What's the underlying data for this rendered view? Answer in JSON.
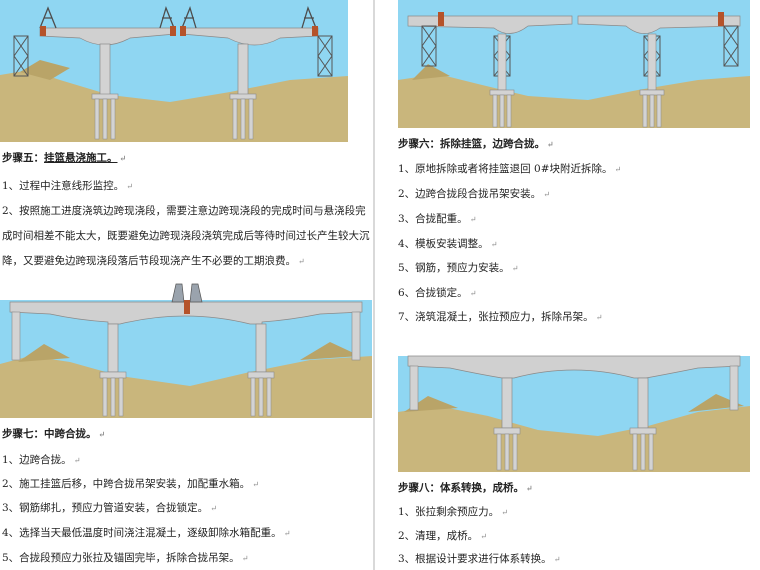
{
  "colors": {
    "sky": "#8fd6f2",
    "deck": "#d0d0d0",
    "ground": "#c9b67c",
    "pile": "#d3d3d3",
    "segment_marker": "#b5532a",
    "tower": "#7a6e4f"
  },
  "step5": {
    "title_prefix": "步骤五：",
    "title_main": "挂篮悬浇施工。",
    "items": [
      "1、过程中注意线形监控。",
      "2、按照施工进度浇筑边跨现浇段，需要注意边跨现浇段的完成时间与悬浇段完成时间相差不能太大，既要避免边跨现浇段浇筑完成后等待时间过长产生较大沉降，又要避免边跨现浇段落后节段现浇产生不必要的工期浪费。"
    ]
  },
  "step6": {
    "title": "步骤六：拆除挂篮，边跨合拢。",
    "items": [
      "1、原地拆除或者将挂篮退回 0#块附近拆除。",
      "2、边跨合拢段合拢吊架安装。",
      "3、合拢配重。",
      "4、模板安装调整。",
      "5、钢筋，预应力安装。",
      "6、合拢锁定。",
      "7、浇筑混凝土，张拉预应力，拆除吊架。"
    ]
  },
  "step7": {
    "title": "步骤七：中跨合拢。",
    "items": [
      "1、边跨合拢。",
      "2、施工挂篮后移，中跨合拢吊架安装，加配重水箱。",
      "3、钢筋绑扎，预应力管道安装，合拢锁定。",
      "4、选择当天最低温度时间浇注混凝土，逐级卸除水箱配重。",
      "5、合拢段预应力张拉及锚固完毕，拆除合拢吊架。"
    ]
  },
  "step8": {
    "title": "步骤八：体系转换，成桥。",
    "items": [
      "1、张拉剩余预应力。",
      "2、清理，成桥。",
      "3、根据设计要求进行体系转换。"
    ]
  },
  "para_mark": "↵"
}
